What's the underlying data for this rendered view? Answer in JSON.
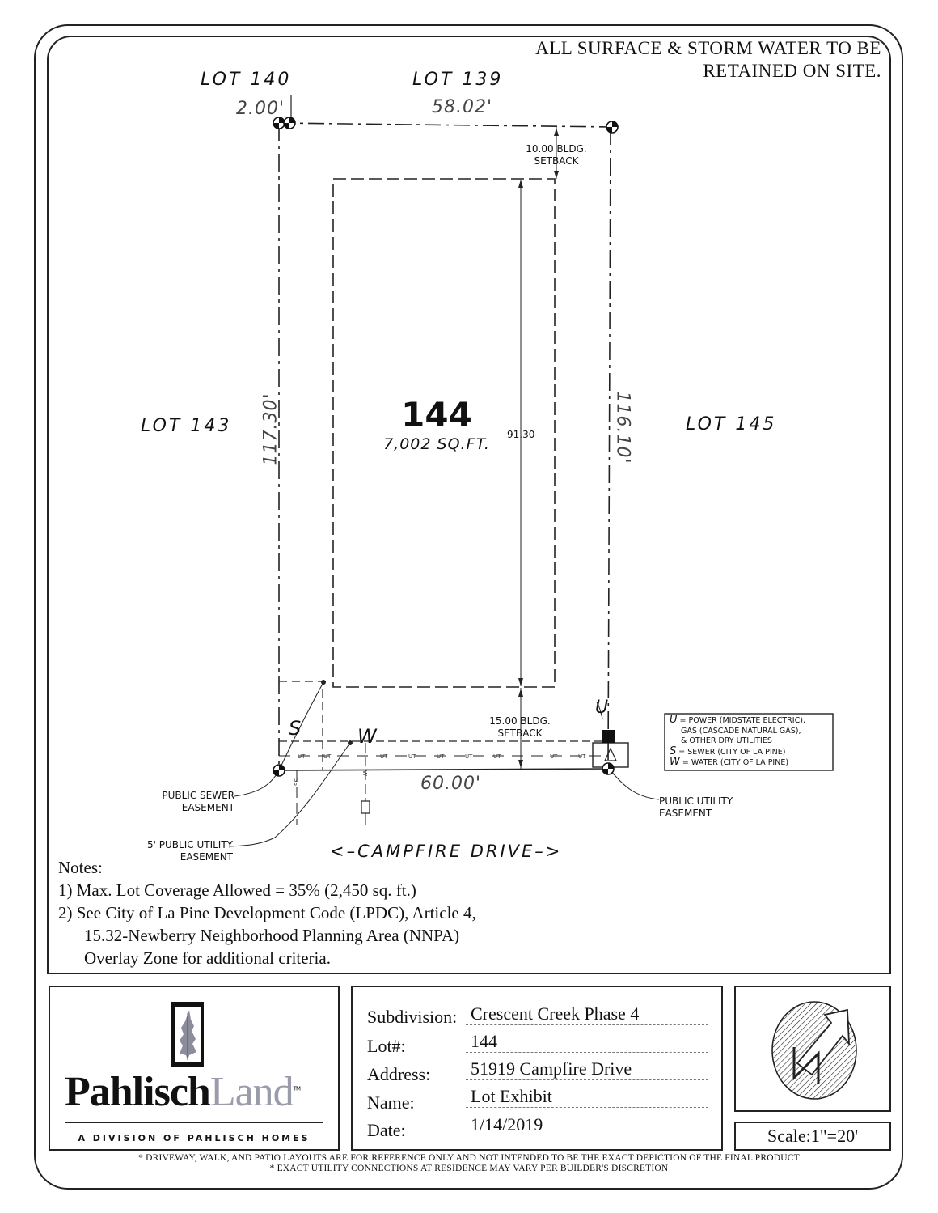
{
  "header_note": [
    "ALL SURFACE & STORM WATER TO BE",
    "RETAINED ON SITE."
  ],
  "lots": {
    "lot_140": "LOT 140",
    "lot_139": "LOT 139",
    "lot_143": "LOT 143",
    "lot_145": "LOT 145"
  },
  "subject_lot": {
    "number": "144",
    "area": "7,002 SQ.FT."
  },
  "dimensions": {
    "left_offset": "2.00'",
    "rear": "58.02'",
    "left_side": "117.30'",
    "right_side": "116.10'",
    "front": "60.00'",
    "depth_inner": "91.30"
  },
  "setbacks": {
    "rear_line1": "10.00 BLDG.",
    "rear_line2": "SETBACK",
    "front_line1": "15.00 BLDG.",
    "front_line2": "SETBACK"
  },
  "utility_marks": {
    "S": "S",
    "W": "W",
    "U": "U",
    "ut": "UT",
    "ss": "SS",
    "w": "W"
  },
  "legend": [
    {
      "key": "U",
      "text": "= POWER (MIDSTATE ELECTRIC),"
    },
    {
      "key": "",
      "text": "GAS (CASCADE NATURAL GAS),"
    },
    {
      "key": "",
      "text": "& OTHER DRY UTILITIES"
    },
    {
      "key": "S",
      "text": "= SEWER (CITY OF LA PINE)"
    },
    {
      "key": "W",
      "text": "= WATER (CITY OF LA PINE)"
    }
  ],
  "callouts": {
    "sewer_easement": [
      "PUBLIC SEWER",
      "EASEMENT"
    ],
    "utility_easement_5": [
      "5' PUBLIC UTILITY",
      "EASEMENT"
    ],
    "public_utility_easement": [
      "PUBLIC UTILITY",
      "EASEMENT"
    ]
  },
  "street": "<–CAMPFIRE DRIVE–>",
  "notes": {
    "title": "Notes:",
    "items": [
      "1)  Max. Lot Coverage Allowed = 35% (2,450 sq. ft.)",
      "2)  See City of La Pine Development Code (LPDC), Article 4,",
      "15.32-Newberry Neighborhood Planning Area (NNPA)",
      "Overlay Zone for additional criteria."
    ]
  },
  "logo": {
    "name_bold": "Pahlisch",
    "name_light": "Land",
    "tm": "TM",
    "tagline": "A DIVISION OF PAHLISCH HOMES"
  },
  "info": {
    "subdivision_label": "Subdivision:",
    "subdivision_value": "Crescent Creek Phase 4",
    "lot_label": "Lot#:",
    "lot_value": "144",
    "address_label": "Address:",
    "address_value": "51919 Campfire Drive",
    "name_label": "Name:",
    "name_value": "Lot Exhibit",
    "date_label": "Date:",
    "date_value": "1/14/2019"
  },
  "scale": "Scale:1\"=20'",
  "disclaimer": [
    "* DRIVEWAY, WALK, AND PATIO LAYOUTS ARE FOR REFERENCE ONLY AND NOT INTENDED TO BE THE EXACT DEPICTION OF THE FINAL PRODUCT",
    "* EXACT UTILITY CONNECTIONS AT RESIDENCE MAY VARY PER BUILDER'S DISCRETION"
  ],
  "north_arrow_icon": "north-arrow-icon"
}
